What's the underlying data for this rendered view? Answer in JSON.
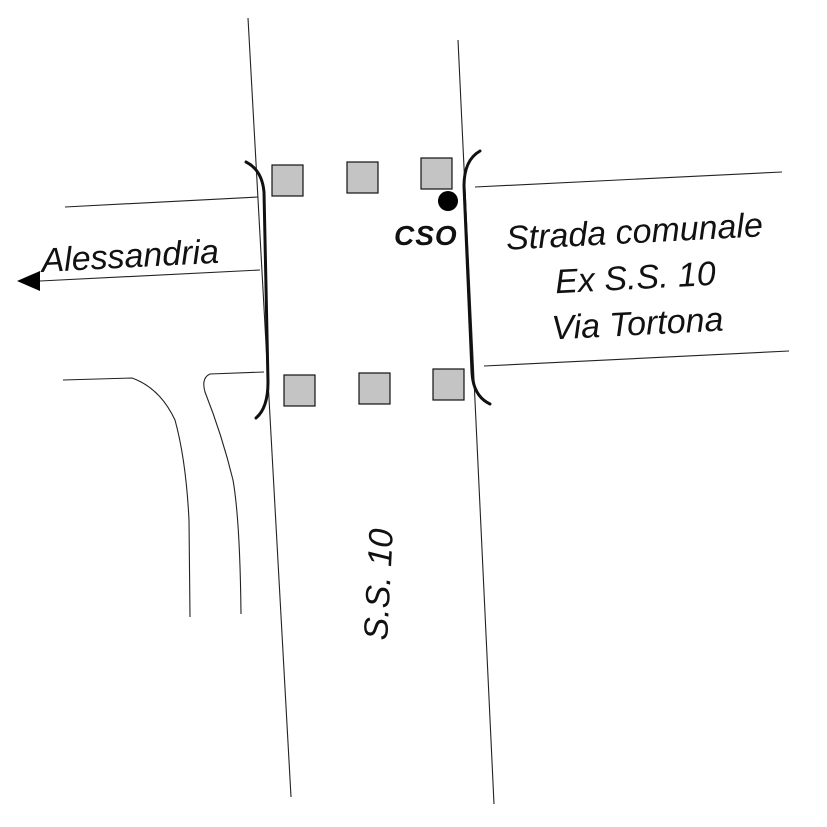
{
  "labels": {
    "west_destination": "Alessandria",
    "cso_marker": "CSO",
    "east_road_line1": "Strada comunale",
    "east_road_line2": "Ex S.S. 10",
    "east_road_line3": "Via Tortona",
    "south_road": "S.S. 10"
  },
  "icons": {
    "direction_arrow": "arrow-left-icon",
    "cso_point": "filled-circle-icon",
    "crossing_block": "gray-square-icon"
  },
  "colors": {
    "background": "#ffffff",
    "line": "#222222",
    "crossing_block_fill": "#c4c4c4",
    "marker": "#000000"
  }
}
